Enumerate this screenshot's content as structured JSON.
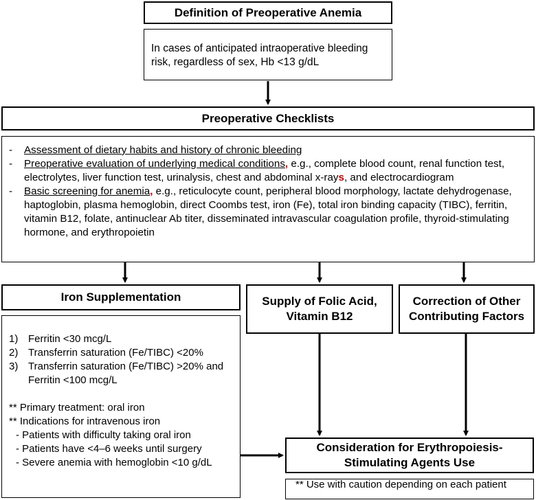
{
  "definition": {
    "title": "Definition of Preoperative Anemia",
    "criterion": "In cases of anticipated intraoperative bleeding risk, regardless of sex, Hb <13 g/dL"
  },
  "checklists": {
    "title": "Preoperative Checklists",
    "item1": "Assessment of dietary habits and history of chronic bleeding",
    "item2_link": "Preoperative evaluation of underlying medical conditions",
    "item2_comma": ",",
    "item2_text": " e.g., complete blood count, renal function test, electrolytes, liver function test, urinalysis, chest and abdominal x-ray",
    "item2_s": "s",
    "item2_end": ", and electrocardiogram",
    "item3_link": "Basic screening for anemia",
    "item3_comma": ",",
    "item3_text": " e.g., reticulocyte count, peripheral blood morphology, lactate dehydrogenase, haptoglobin, plasma hemoglobin, direct Coombs test, iron (Fe), total iron binding capacity (TIBC), ferritin, vitamin B12, folate, antinuclear Ab titer, disseminated intravascular coagulation profile, thyroid-stimulating hormone, and erythropoietin"
  },
  "iron": {
    "title": "Iron Supplementation",
    "criteria": [
      {
        "num": "1)",
        "text": "Ferritin <30 mcg/L"
      },
      {
        "num": "2)",
        "text": "Transferrin saturation (Fe/TIBC) <20%"
      },
      {
        "num": "3)",
        "text": "Transferrin saturation (Fe/TIBC) >20% and Ferritin <100 mcg/L"
      }
    ],
    "primary": "** Primary treatment: oral iron",
    "iv_title": "** Indications for intravenous iron",
    "iv_items": [
      "- Patients with difficulty taking oral iron",
      "- Patients have <4–6 weeks until surgery",
      "- Severe anemia with hemoglobin <10 g/dL"
    ]
  },
  "folic": {
    "title": "Supply of Folic Acid, Vitamin B12"
  },
  "other": {
    "title": "Correction of Other Contributing Factors"
  },
  "esa": {
    "title": "Consideration for Erythropoiesis-Stimulating Agents Use",
    "note": "**  Use with caution depending on each patient"
  }
}
